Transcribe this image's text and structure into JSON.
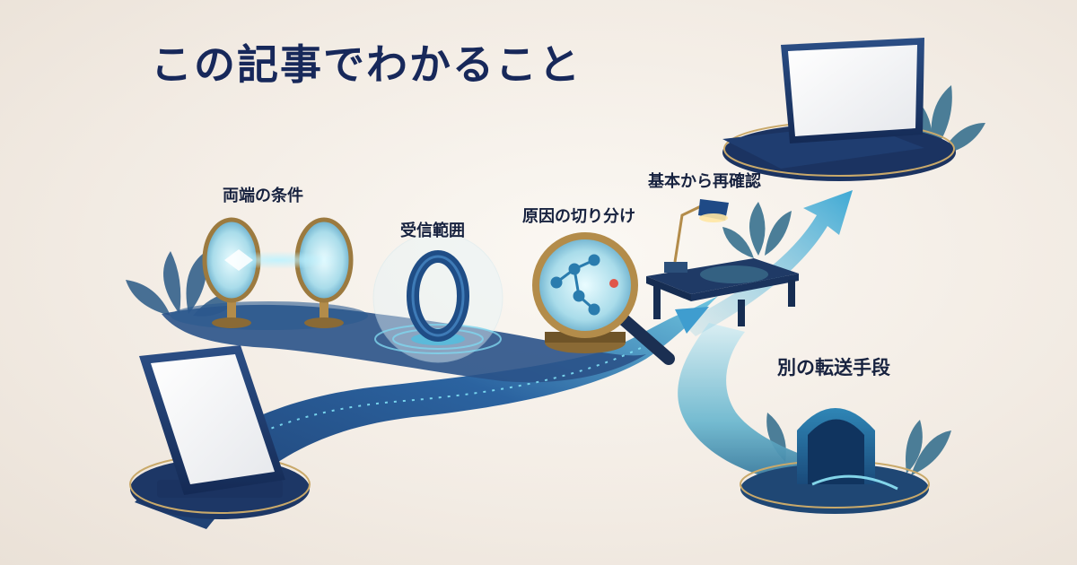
{
  "header": {
    "title": "この記事でわかること"
  },
  "steps": [
    {
      "id": "ends",
      "label": "両端の条件",
      "icon": "mirror-pair-icon"
    },
    {
      "id": "range",
      "label": "受信範囲",
      "icon": "signal-ring-icon"
    },
    {
      "id": "isolate",
      "label": "原因の切り分け",
      "icon": "magnifier-icon"
    },
    {
      "id": "recheck",
      "label": "基本から再確認",
      "icon": "desk-lamp-icon"
    },
    {
      "id": "alt",
      "label": "別の転送手段",
      "icon": "tunnel-icon"
    }
  ],
  "devices": {
    "start": "tablet-icon",
    "goal": "laptop-icon"
  },
  "colors": {
    "title": "#17285a",
    "path": "#244a7c",
    "glow": "#6fd3ea",
    "accent": "#c9a96a",
    "background": "#f3ede6"
  }
}
